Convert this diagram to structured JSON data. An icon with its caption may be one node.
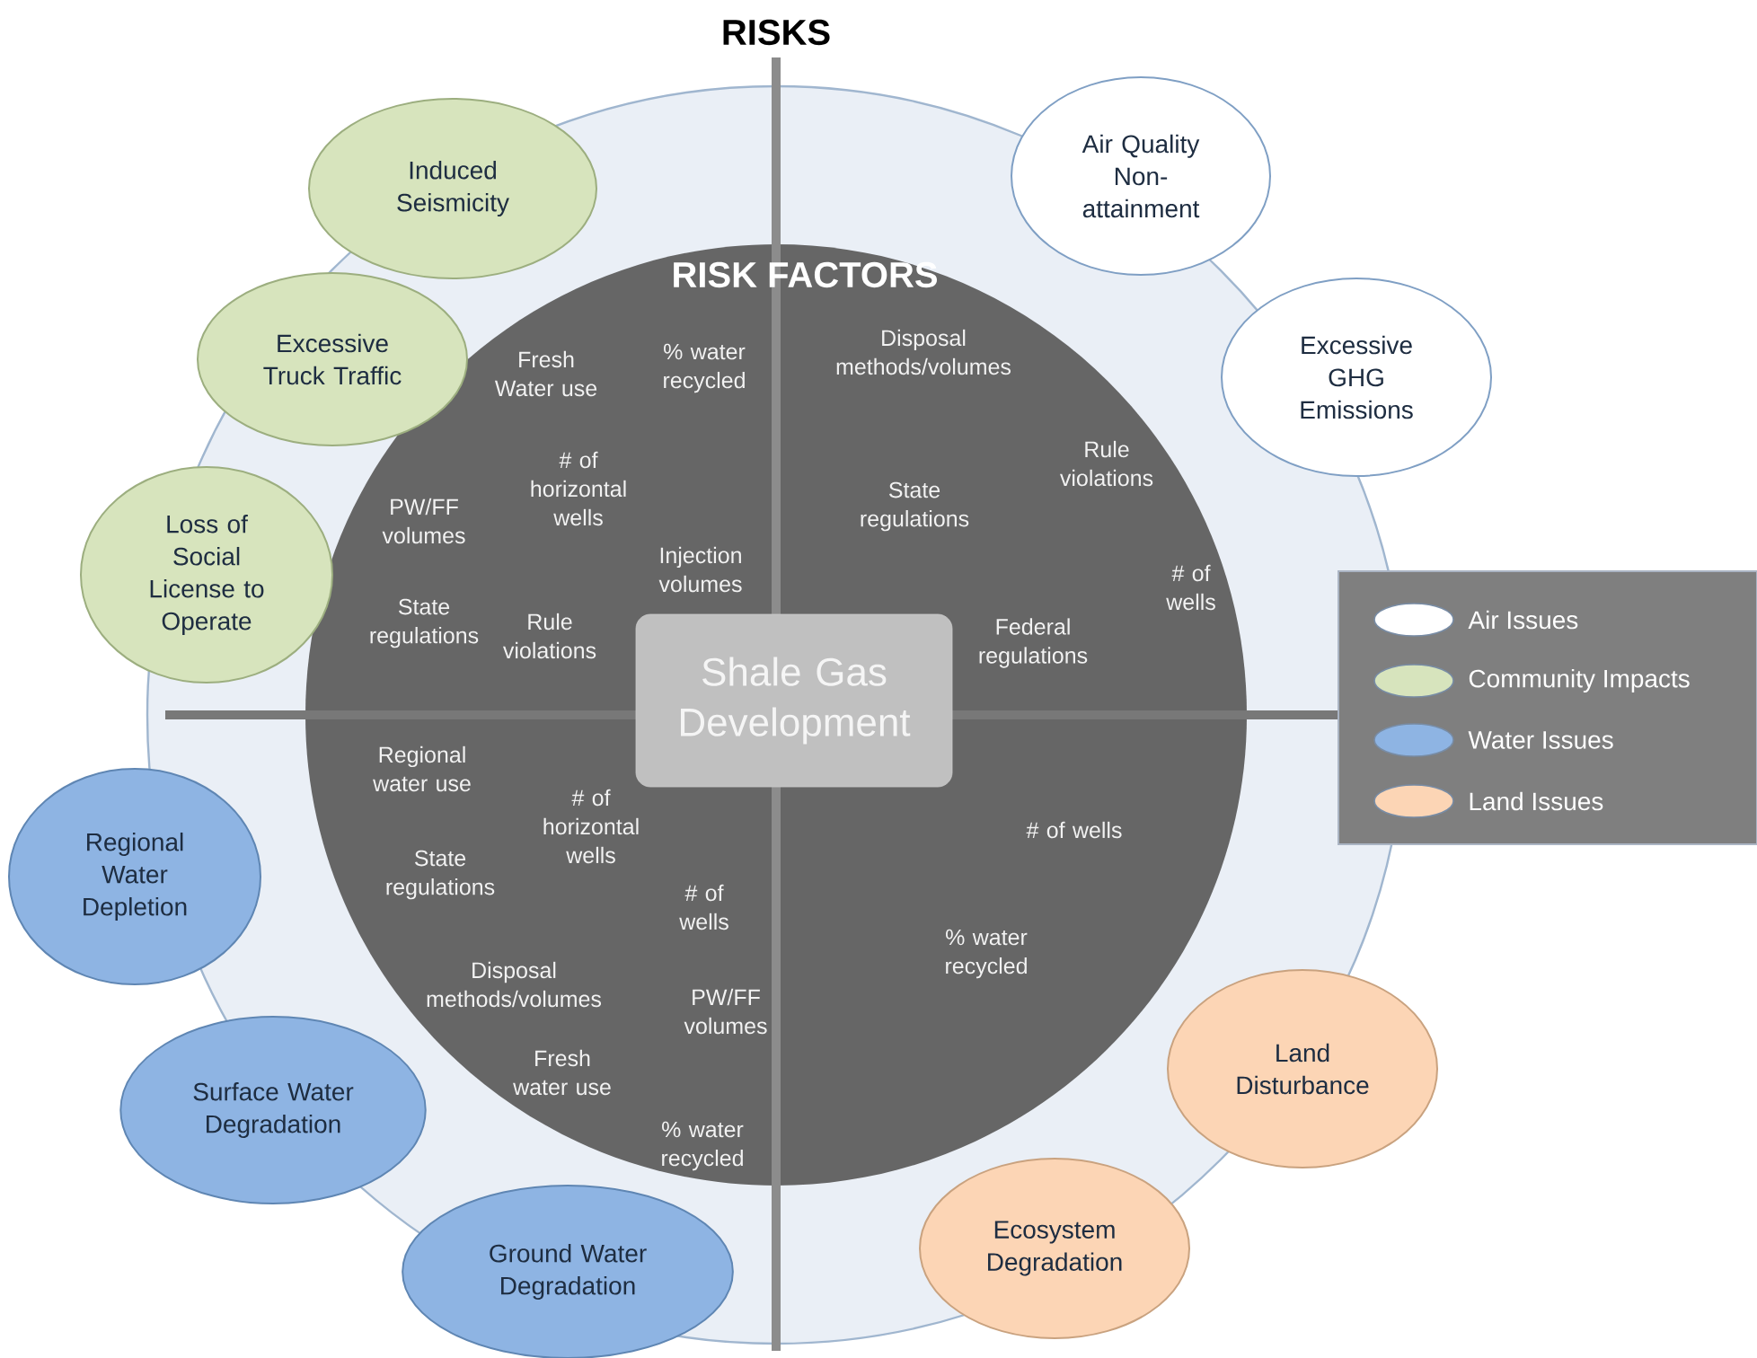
{
  "diagram": {
    "title": "RISKS",
    "nodes": [
      {
        "text": [
          "Induced Seismicity"
        ]
      },
      {
        "text": [
          "Air Quality Non-attainment"
        ]
      },
      {
        "text": [
          "Excessive Truck Traffic"
        ]
      },
      {
        "text": [
          "Excessive GHG Emissions"
        ]
      },
      {
        "text": [
          "Loss of Social License to Operate"
        ]
      },
      {
        "text": [
          "Shale Gas Development"
        ]
      },
      {
        "text": [
          "Regional Water Depletion"
        ]
      },
      {
        "text": [
          "Land Disturbance"
        ]
      },
      {
        "text": [
          "Surface Water Degradation"
        ]
      },
      {
        "text": [
          "Ecosystem Degradation"
        ]
      },
      {
        "text": [
          "Ground Water Degradation"
        ]
      }
    ],
    "edges": [],
    "labels": [
      "RISK FACTORS",
      "Fresh Water use",
      "% water recycled",
      "Disposal methods/volumes",
      "Rule violations",
      "PW/FF volumes",
      "# of horizontal wells",
      "State regulations",
      "Injection volumes",
      "# of wells",
      "State regulations",
      "Rule violations",
      "Federal regulations",
      "Regional water use",
      "# of horizontal wells",
      "# of wells",
      "State regulations",
      "# of wells",
      "% water recycled",
      "Disposal methods/volumes",
      "PW/FF volumes",
      "Fresh water use",
      "% water recycled"
    ],
    "legend": [
      {
        "text": "Air Issues",
        "color": "#ffffff"
      },
      {
        "text": "Community Impacts",
        "color": "#d7e4bd"
      },
      {
        "text": "Water Issues",
        "color": "#8eb4e3"
      },
      {
        "text": "Land Issues",
        "color": "#fcd5b5"
      }
    ]
  }
}
